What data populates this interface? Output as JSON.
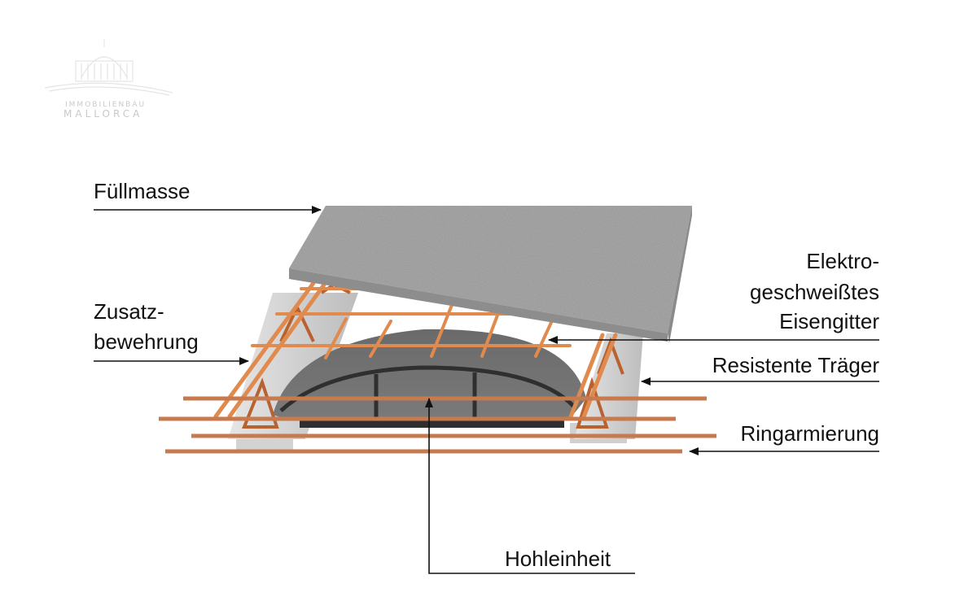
{
  "logo": {
    "line1": "IMMOBILIENBAU",
    "line2": "MALLORCA"
  },
  "labels": {
    "fuellmasse": "Füllmasse",
    "zusatz_line1": "Zusatz-",
    "zusatz_line2": "bewehrung",
    "elektro_line1": "Elektro-",
    "elektro_line2": "geschweißtes",
    "elektro_line3": "Eisengitter",
    "traeger": "Resistente Träger",
    "ring": "Ringarmierung",
    "hohl": "Hohleinheit"
  },
  "colors": {
    "slab": "#a9a9a9",
    "rebar": "#c87a4f",
    "mesh": "#e08a4e",
    "beam": "#d9d9d9",
    "hollow_unit": "#6e6e6e",
    "leader": "#111111"
  }
}
